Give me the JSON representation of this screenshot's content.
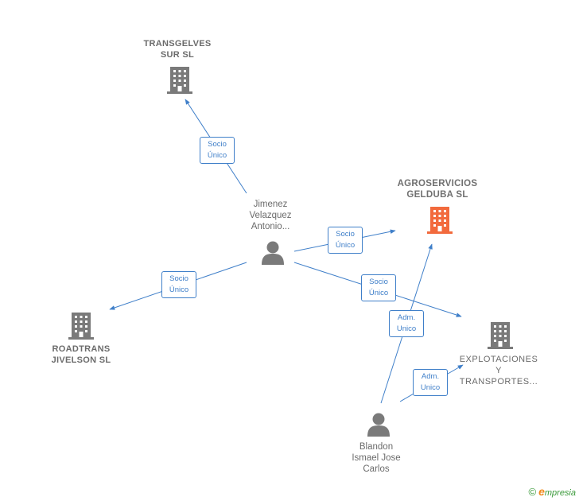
{
  "colors": {
    "edge": "#3f7fc9",
    "node_gray": "#7a7a7a",
    "node_highlight": "#f26a3d"
  },
  "nodes": {
    "transgelves": {
      "label_line1": "TRANSGELVES",
      "label_line2": "SUR  SL",
      "icon": "building-icon"
    },
    "agroservicios": {
      "label_line1": "AGROSERVICIOS",
      "label_line2": "GELDUBA  SL",
      "icon": "building-icon"
    },
    "roadtrans": {
      "label_line1": "ROADTRANS",
      "label_line2": "JIVELSON  SL",
      "icon": "building-icon"
    },
    "explotaciones": {
      "label_line1": "EXPLOTACIONES",
      "label_line2": "Y",
      "label_line3": "TRANSPORTES...",
      "icon": "building-icon"
    },
    "jimenez": {
      "label_line1": "Jimenez",
      "label_line2": "Velazquez",
      "label_line3": "Antonio...",
      "icon": "person-icon"
    },
    "blandon": {
      "label_line1": "Blandon",
      "label_line2": "Ismael Jose",
      "label_line3": "Carlos",
      "icon": "person-icon"
    }
  },
  "edges": [
    {
      "id": "e1",
      "line1": "Socio",
      "line2": "Único"
    },
    {
      "id": "e2",
      "line1": "Socio",
      "line2": "Único"
    },
    {
      "id": "e3",
      "line1": "Socio",
      "line2": "Único"
    },
    {
      "id": "e4",
      "line1": "Socio",
      "line2": "Único"
    },
    {
      "id": "e5",
      "line1": "Adm.",
      "line2": "Unico"
    },
    {
      "id": "e6",
      "line1": "Adm.",
      "line2": "Unico"
    }
  ],
  "footer": {
    "copyright": "©",
    "brand_first": "e",
    "brand_rest": "mpresia"
  }
}
